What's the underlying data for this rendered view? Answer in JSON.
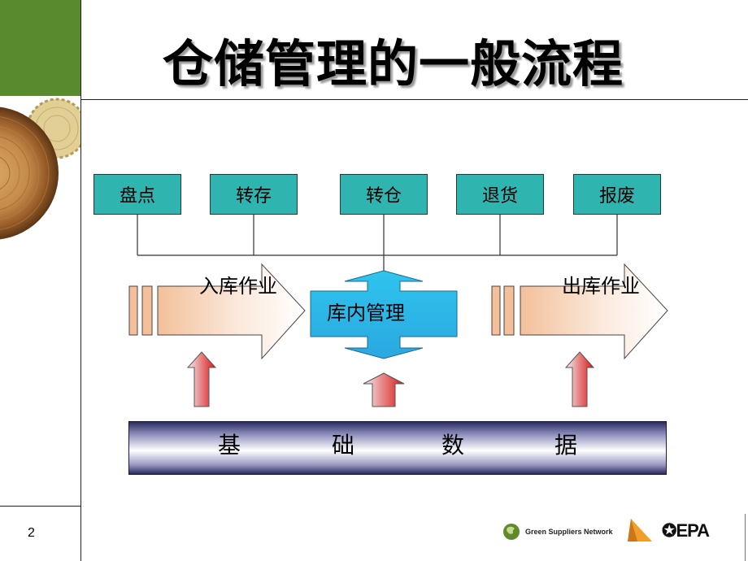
{
  "slide": {
    "title": "仓储管理的一般流程",
    "page_number": "2"
  },
  "top_boxes": [
    {
      "label": "盘点"
    },
    {
      "label": "转存"
    },
    {
      "label": "转仓"
    },
    {
      "label": "退货"
    },
    {
      "label": "报废"
    }
  ],
  "flow": {
    "inbound_label": "入库作业",
    "center_label": "库内管理",
    "outbound_label": "出库作业"
  },
  "base_data": {
    "chars": [
      "基",
      "础",
      "数",
      "据"
    ]
  },
  "footer": {
    "gsn_text": "Green Suppliers Network",
    "epa_text": "EPA",
    "epa_symbol": "✪"
  },
  "colors": {
    "box_fill": "#2fb4b0",
    "center_fill": "#2fc4ee",
    "green_block": "#5a8a2e",
    "arrow_red": "#dd2020"
  }
}
